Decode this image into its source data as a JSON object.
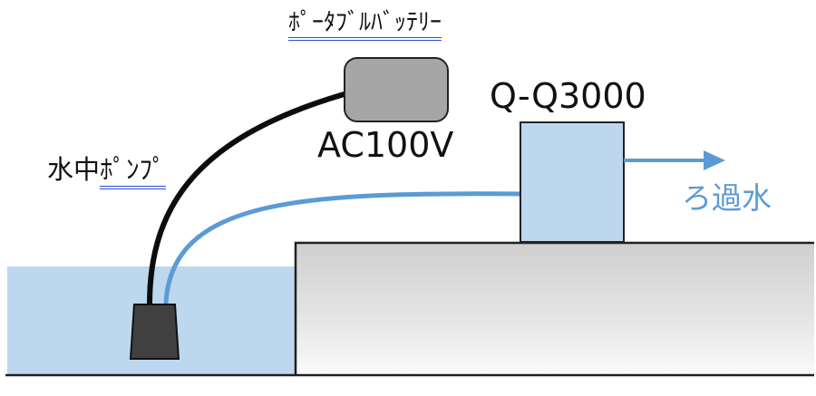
{
  "labels": {
    "battery": "ﾎﾟｰﾀﾌﾞﾙﾊﾞｯﾃﾘｰ",
    "ac": "AC100V",
    "model": "Q-Q3000",
    "pump_prefix": "水中",
    "pump_suffix": "ﾎﾟﾝﾌﾟ",
    "filtered": "ろ過水"
  },
  "colors": {
    "water": "#bdd7ee",
    "hose": "#5b9bd5",
    "cable": "#0d0d0d",
    "battery_fill": "#a6a6a6",
    "filter_fill": "#bdd7ee",
    "ground_top": "#d9d9d9",
    "ground_bottom": "#ffffff",
    "pump_fill": "#404040",
    "filtered_text": "#5b9bd5",
    "underline": "#2f4fd6"
  }
}
